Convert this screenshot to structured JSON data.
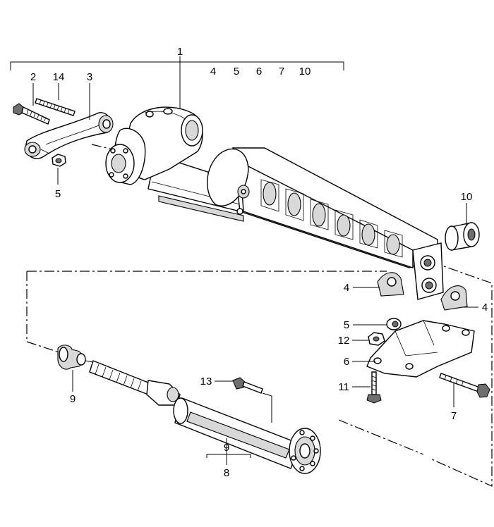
{
  "labels": {
    "l1": "1",
    "l1_sub_4": "4",
    "l1_sub_5": "5",
    "l1_sub_6": "6",
    "l1_sub_7": "7",
    "l1_sub_10": "10",
    "l2": "2",
    "l14": "14",
    "l3": "3",
    "l5_left": "5",
    "l10_right": "10",
    "l4_mid": "4",
    "l4_right": "4",
    "l5_right": "5",
    "l12": "12",
    "l6": "6",
    "l11": "11",
    "l7": "7",
    "l9_left": "9",
    "l13": "13",
    "l9_bottom": "9",
    "l8": "8"
  }
}
